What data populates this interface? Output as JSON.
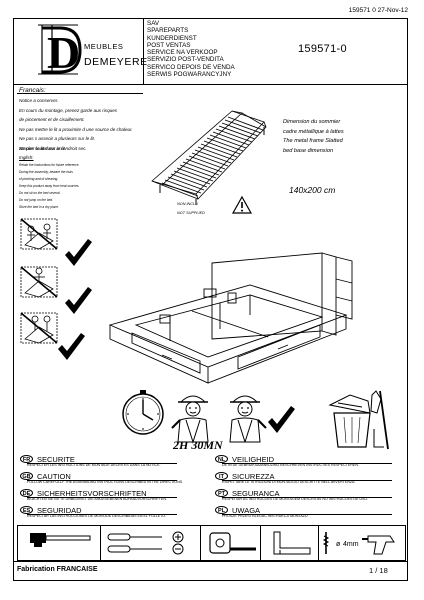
{
  "header": {
    "doc_ref_date": "159571 0 27-Nov-12",
    "brand_line1": "MEUBLES",
    "brand_line2": "DEMEYERE",
    "logo_letter": "D",
    "service_lines": [
      "SAV",
      "SPAREPARTS",
      "KUNDERDIENST",
      "POST VENTAS",
      "SERVICE NA VERKOOP",
      "SERVIZIO POST-VENDITA",
      "SERVICO DEPOIS DE VENDA",
      "SERWIS POGWARANCYJNY"
    ],
    "product_ref": "159571-0"
  },
  "advice": {
    "fr_heading": "Francais:",
    "fr_lines": [
      "Notice a conserver.",
      "En cours du montage, prenez garde aux risques",
      "de pincement et de cisaillement.",
      "Ne pas mettre le lit a proximite d une source de chaleur.",
      "Ne pas s asseoir a plusieurs sur le lit.",
      "Ne pas sauter sur le lit.",
      "Stocker le lit dans un endroit sec."
    ],
    "en_heading": "Inglish:",
    "en_lines": [
      "Retain the instructions for future reference.",
      "During the assembly, beware the risks",
      "of pinching and of shearing.",
      "Keep this product away from heat sources.",
      "Do not sit on the bed several.",
      "Do not jump on the bed.",
      "Store the bed in a dry place."
    ]
  },
  "frame_info": {
    "lines": [
      "Dimension du sommier",
      "cadre métallique à lattes",
      "The metal frame Slatted",
      "bed base dimension"
    ],
    "size": "140x200 cm",
    "not_included": [
      "NON INCLU",
      "NOT SUPPLIED"
    ]
  },
  "assembly": {
    "duration": "2H 30MN"
  },
  "warnings": [
    {
      "code": "FR",
      "title": "SECURITE",
      "sub": "RESPECTER LES INSTRUCTIONS DE MONTAGE DECRITES DANS LA NOTICE."
    },
    {
      "code": "GB",
      "title": "CAUTION",
      "sub": "FOLLOW CAREFULLY THE ASSEMBLING INSTRUCTIONS DESCRIBED IN THE DIRECTIONS"
    },
    {
      "code": "DE",
      "title": "SICHERHEITSVORSCHRIFTEN",
      "sub": "BEACHTEN SIE BITTE UNBEDINGT DIE ANGEGEBENEN AUFBAUVORSCHRIFTEN."
    },
    {
      "code": "ES",
      "title": "SEGURIDAD",
      "sub": "RESPECTAR LAS INSTRUCCIONES DE MONTAJE DESCRIBIDAS EN EL FOLLETO."
    },
    {
      "code": "NL",
      "title": "VEILIGHEID",
      "sub": "DE IN DE GEBRUIKSAANWIJZING BESCHREVEN INSTRUCTIES RESPECTEREN."
    },
    {
      "code": "IT",
      "title": "SICUREZZA",
      "sub": "RISPETTARE LE ISTRUZIONI DI MONTAGGIO DESCRITTE NELL'AVVERTENZA."
    },
    {
      "code": "PT",
      "title": "SEGURANCA",
      "sub": "RESPEITAR AS INSTRUCOES DE MONTAGEM DESCRITAS NO INSTRUCOES DE USO."
    },
    {
      "code": "PL",
      "title": "UWAGA",
      "sub": "PROSZE PRZESTRZEGAC INSTRUKCJI MONTAZU"
    }
  ],
  "tools": {
    "drill_bit": "4mm"
  },
  "footer": {
    "fabrication": "Fabrication FRANCAISE",
    "page": "1 / 18"
  }
}
